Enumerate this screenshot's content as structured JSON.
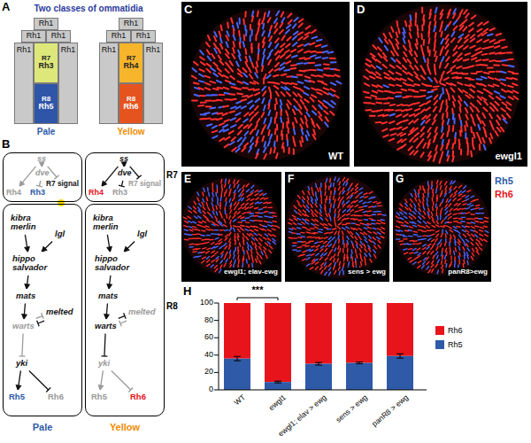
{
  "diagram": {
    "nodes": [
      {
        "text": [
          "Rh1"
        ]
      },
      {
        "text": [
          "Rh1"
        ]
      },
      {
        "text": [
          "Rh1"
        ]
      },
      {
        "text": [
          "Rh1"
        ]
      },
      {
        "text": [
          "R7",
          "Rh3"
        ]
      },
      {
        "text": [
          "R8",
          "Rh5"
        ]
      },
      {
        "text": [
          "Rh1"
        ]
      },
      {
        "text": [
          "Rh1"
        ]
      },
      {
        "text": [
          "Rh1"
        ]
      },
      {
        "text": [
          "Rh1"
        ]
      },
      {
        "text": [
          "Rh1"
        ]
      },
      {
        "text": [
          "R7",
          "Rh4"
        ]
      },
      {
        "text": [
          "R8",
          "Rh6"
        ]
      },
      {
        "text": [
          "Rh1"
        ]
      },
      {
        "text": [
          "ss",
          "dve",
          "Rh4",
          "Rh3",
          "R7 signal"
        ]
      },
      {
        "text": [
          "kibra merlin",
          "lgl",
          "hippo salvador",
          "mats",
          "warts",
          "melted",
          "yki",
          "Rh5",
          "Rh6"
        ]
      },
      {
        "text": [
          "ss",
          "dve",
          "Rh4",
          "Rh3",
          "R7 signal"
        ]
      },
      {
        "text": [
          "kibra merlin",
          "lgl",
          "hippo salvador",
          "mats",
          "warts",
          "melted",
          "yki",
          "Rh5",
          "Rh6"
        ]
      }
    ],
    "labels": [
      "A",
      "Two classes of ommatidia",
      "Pale",
      "Yellow",
      "B",
      "R7",
      "R8",
      "Pale",
      "Yellow",
      "C",
      "WT",
      "D",
      "ewgl1",
      "Rh5",
      "Rh6",
      "E",
      "ewgl1; elav-ewg",
      "F",
      "sens > ewg",
      "G",
      "panR8>ewg",
      "H",
      "***",
      "100",
      "80",
      "60",
      "40",
      "20",
      "0",
      "WT",
      "ewgl1",
      "ewgl1; elav > ewg",
      "sens > ewg",
      "panR8 > ewg"
    ],
    "legend": [
      {
        "text": "Rh6",
        "color": "#e8141c"
      },
      {
        "text": "Rh5",
        "color": "#2e5aa8"
      }
    ]
  }
}
